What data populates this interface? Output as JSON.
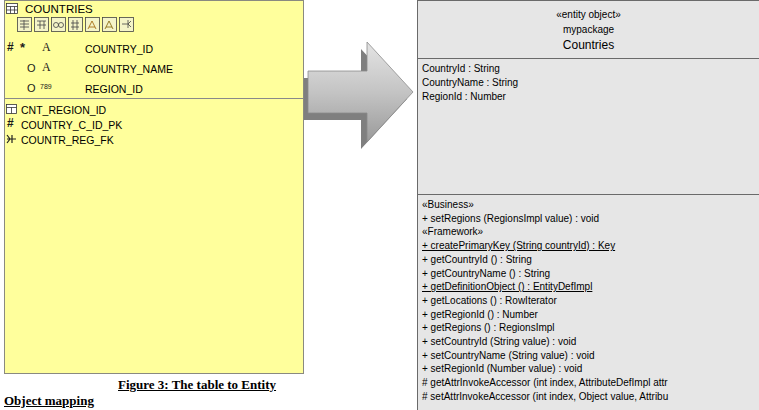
{
  "diagram": {
    "caption": "Figure 3: The table to Entity Object mapping",
    "nodes": [
      {
        "text": [
          "COUNTRIES",
          "COUNTRY_ID",
          "COUNTRY_NAME",
          "REGION_ID",
          "CNT_REGION_ID",
          "COUNTRY_C_ID_PK",
          "COUNTR_REG_FK"
        ]
      },
      {
        "text": [
          "«entity object»",
          "mypackage",
          "Countries",
          "CountryId : String",
          "CountryName : String",
          "RegionId : Number",
          "«Business»",
          "+ setRegions (RegionsImpl value) : void",
          "«Framework»",
          "+ createPrimaryKey (String countryId) : Key",
          "+ getCountryId () : String",
          "+ getCountryName () : String",
          "+ getDefinitionObject () : EntityDefImpl",
          "+ getLocations () : RowIterator",
          "+ getRegionId () : Number",
          "+ getRegions () : RegionsImpl",
          "+ setCountryId (String value) : void",
          "+ setCountryName (String value) : void",
          "+ setRegionId (Number value) : void",
          "# getAttrInvokeAccessor (int index, AttributeDefImpl attr",
          "# setAttrInvokeAccessor (int index, Object value, Attribu"
        ]
      }
    ],
    "edges": [
      {
        "from": 0,
        "to": 1,
        "arrow": "to"
      }
    ],
    "labels": [
      "#",
      "*",
      "A",
      "O",
      "A",
      "O",
      "789",
      "#"
    ]
  }
}
